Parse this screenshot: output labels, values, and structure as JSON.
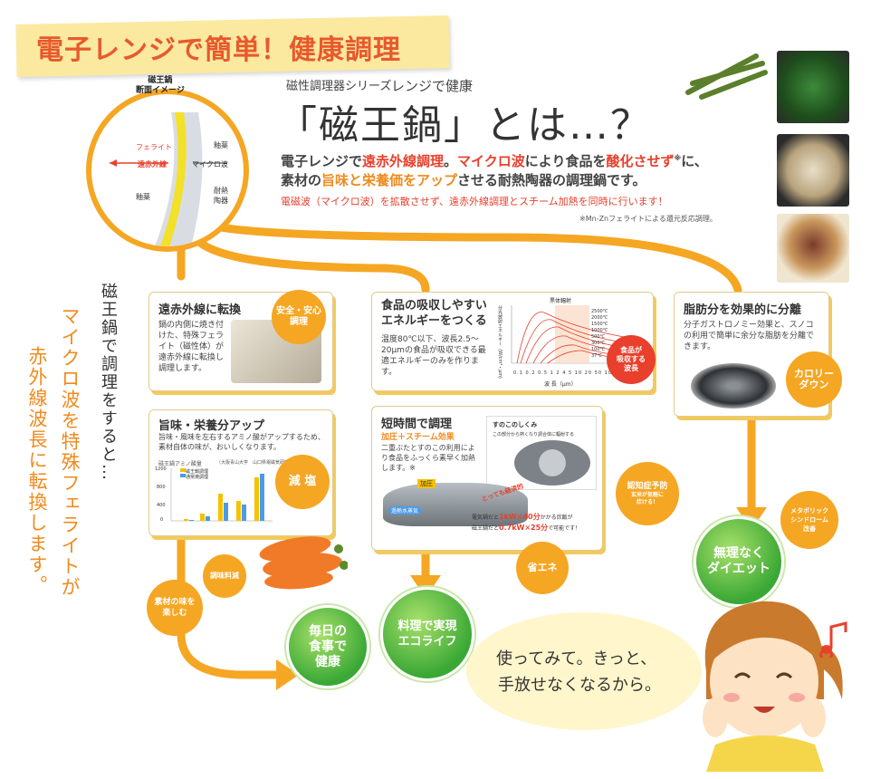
{
  "banner": {
    "text": "電子レンジで簡単！健康調理"
  },
  "circle": {
    "title": "磁王鍋\n断面イメージ",
    "labels": {
      "ferrite": "フェライト",
      "glaze1": "釉薬",
      "far_ir": "遠赤外線",
      "microwave": "マイクロ波",
      "glaze2": "釉薬",
      "ceramic": "耐熱\n陶器"
    }
  },
  "heading": {
    "series": "磁性調理器シリーズ",
    "series2": "レンジで健康",
    "title": "「磁王鍋」とは…？",
    "lead1_a": "電子レンジで",
    "lead1_b": "遠赤外線調理",
    "lead1_c": "。",
    "lead1_d": "マイクロ波",
    "lead1_e": "により食品を",
    "lead1_f": "酸化させず",
    "lead1_g": "に、",
    "mark": "※",
    "lead2_a": "素材の",
    "lead2_b": "旨味と栄養価をアップ",
    "lead2_c": "させる耐熱陶器の調理鍋です。",
    "red_note": "電磁波（マイクロ波）を拡散させず、遠赤外線調理とスチーム加熱を同時に行います！",
    "small_note": "※Mn-Znフェライトによる還元反応調理。"
  },
  "left_column": {
    "v1": "磁王鍋で調理をすると…",
    "v2": "マイクロ波を特殊フェライトが",
    "v3": "赤外線波長に転換します。"
  },
  "cards": {
    "far_ir": {
      "title": "遠赤外線に転換",
      "body": "鍋の内側に焼き付けた、特殊フェライト（磁性体）が遠赤外線に転換し調理します。",
      "badge": "安全・安心\n調理"
    },
    "umami": {
      "title": "旨味・栄養分アップ",
      "body": "旨味・風味を左右するアミノ酸がアップするため、素材自体の味が、おいしくなります。",
      "badge": "減 塩",
      "chart_title": "磁王鍋アミノ酸量",
      "chart_source": "（大阪青山大学　山口県電磁気研究会ゼミ）",
      "legend": [
        "磁王鍋調理",
        "通常焼調理"
      ],
      "yticks": [
        "1200",
        "800",
        "400",
        "0"
      ]
    },
    "energy": {
      "title": "食品の吸収しやすい\nエネルギーをつくる",
      "body": "温度80℃以下、波長2.5〜20μmの食品が吸収できる最適エネルギーのみを作ります。",
      "chart_title": "黒体輻射",
      "xlabel": "波 長（μm）",
      "ylabel": "分光放射エネルギー（W/cm²・μm）",
      "xticks": [
        "0.1",
        "0.2",
        "0.5",
        "1",
        "2",
        "4",
        "5",
        "10",
        "20",
        "50",
        "100"
      ],
      "temps": [
        "2500℃",
        "2000℃",
        "1500℃",
        "1000℃",
        "500℃",
        "300℃",
        "100℃",
        "37℃"
      ],
      "badge": "食品が\n吸収する\n波長"
    },
    "fat": {
      "title": "脂肪分を効果的に分離",
      "body": "分子ガストロノミー効果と、スノコの利用で簡単に余分な脂肪を分離できます。",
      "badge": "カロリー\nダウン"
    },
    "short": {
      "title": "短時間で調理",
      "sub": "加圧＋スチーム効果",
      "body": "二重ぶたとすのこの利用により食品をふっくら素早く加熱します。※",
      "inset_title": "すのこのしくみ",
      "inset_body": "この部分から熱くなり調合体に輻射する",
      "lid": "加圧",
      "steam": "過熱水蒸気",
      "fast": "とっても経済的",
      "note1_a": "電気鍋だと",
      "note1_b": "1kW×40分",
      "note1_c": "かかる炊飯が",
      "note2_a": "磁王鍋だと",
      "note2_b": "0.7kW×25分",
      "note2_c": "で可能です！"
    }
  },
  "badges": {
    "flavor": "調味料減",
    "natural": "素材の味を\n楽しむ",
    "save": "省エネ",
    "dementia": "認知症予防",
    "dementia_sub": "玄米が気軽に\n炊ける！",
    "metabo": "メタボリック\nシンドローム\n改善"
  },
  "results": {
    "health": "毎日の\n食事で\n健康",
    "eco": "料理で実現\nエコライフ",
    "diet": "無理なく\nダイエット"
  },
  "bubble": {
    "line1": "使ってみて。きっと、",
    "line2": "手放せなくなるから。"
  },
  "colors": {
    "accent": "#f5a623",
    "orange_text": "#f08a1d",
    "red_text": "#e8402d",
    "green": "#3aa835"
  }
}
